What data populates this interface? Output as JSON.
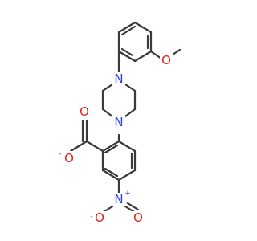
{
  "molecule": {
    "atoms": {
      "piperazine_n_top": {
        "symbol": "N",
        "color": "#2a3cff"
      },
      "piperazine_n_bottom": {
        "symbol": "N",
        "color": "#2a3cff"
      },
      "methoxy_o": {
        "symbol": "O",
        "color": "#e0231c"
      },
      "carboxylate_o_double": {
        "symbol": "O",
        "color": "#e0231c"
      },
      "carboxylate_o_single": {
        "symbol": "O",
        "color": "#e0231c",
        "charge": "-"
      },
      "nitro_n": {
        "symbol": "N",
        "color": "#2a3cff",
        "charge": "+"
      },
      "nitro_o_left": {
        "symbol": "O",
        "color": "#e0231c",
        "charge": "-"
      },
      "nitro_o_right": {
        "symbol": "O",
        "color": "#e0231c"
      }
    }
  }
}
